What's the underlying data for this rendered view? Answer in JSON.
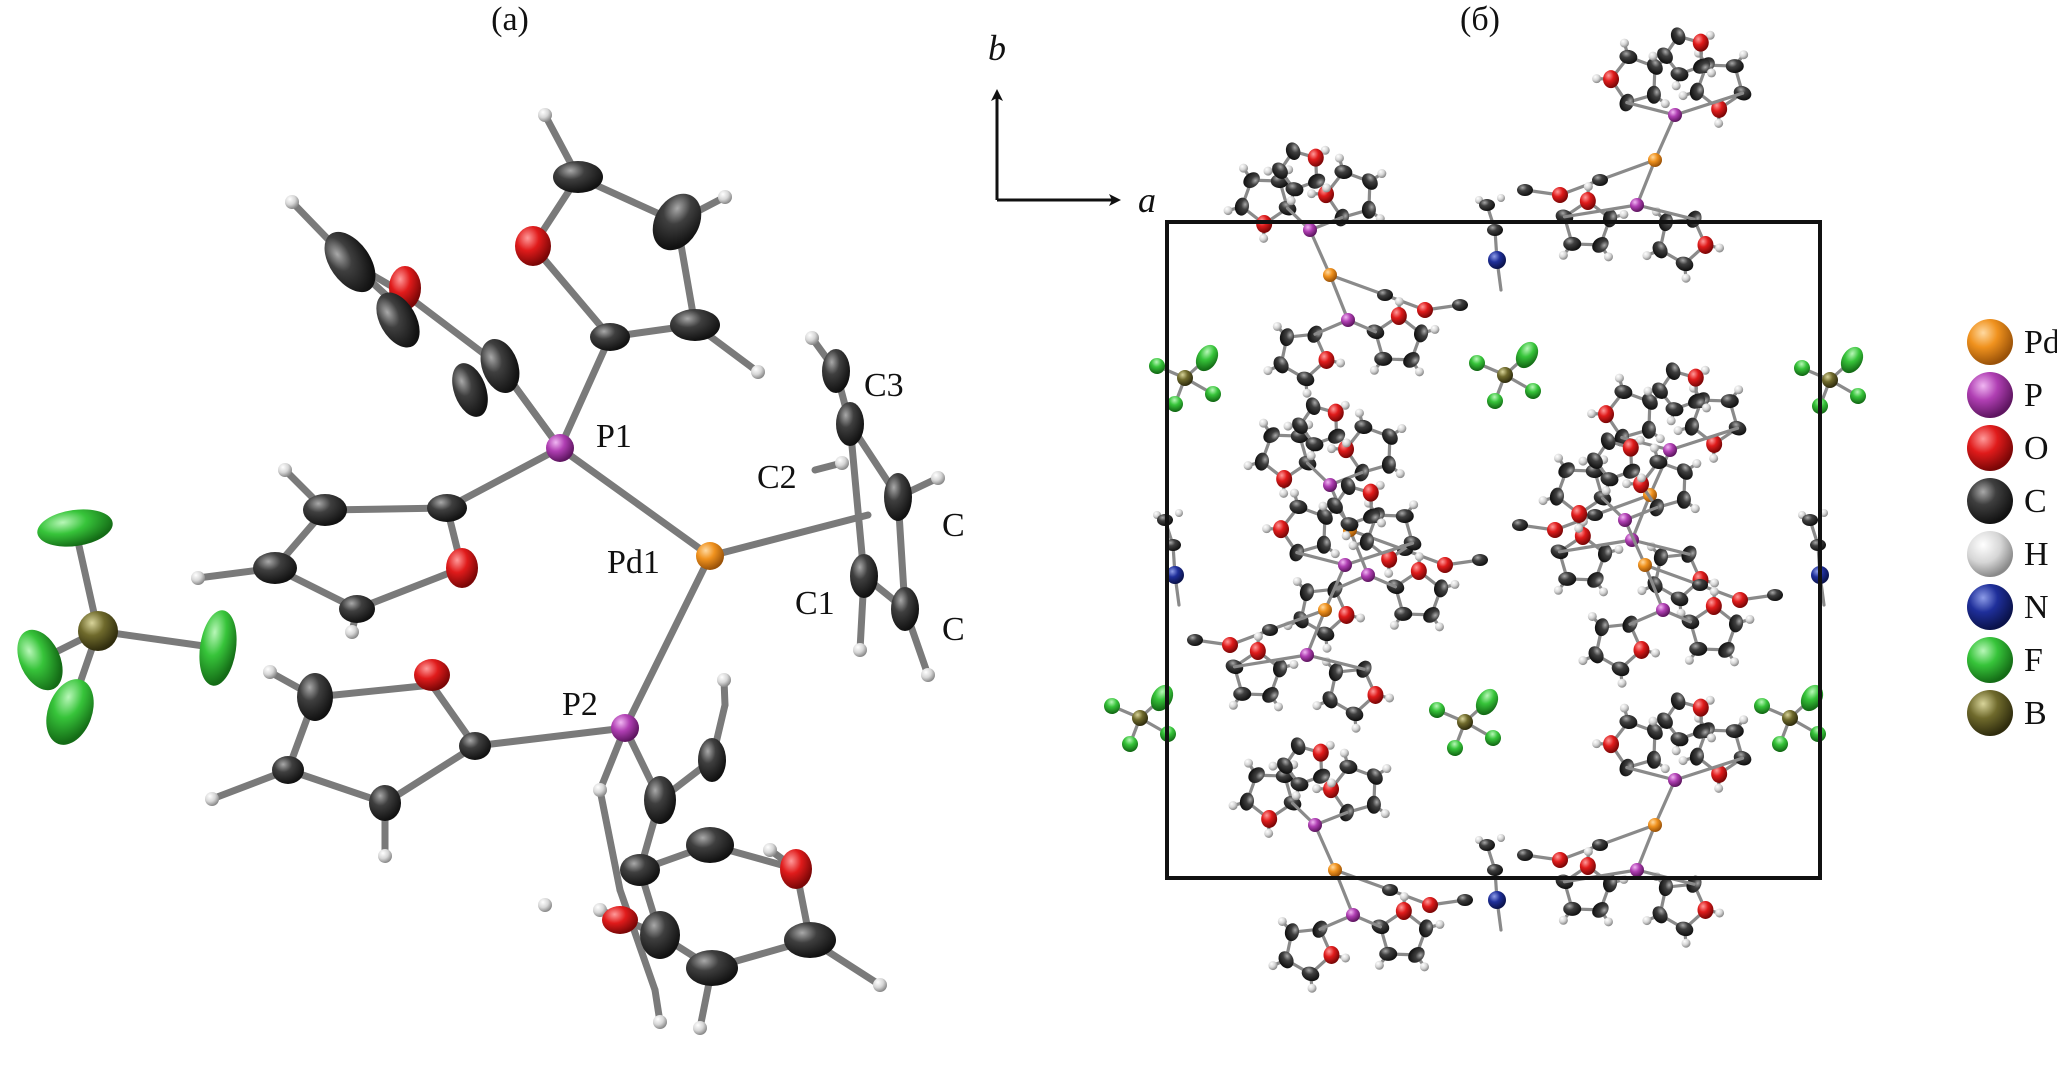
{
  "panels": {
    "a": {
      "label": "(а)"
    },
    "b": {
      "label": "(б)"
    }
  },
  "atom_labels": {
    "p1": "P1",
    "p2": "P2",
    "pd1": "Pd1",
    "c1": "C1",
    "c2": "C2",
    "c3": "C3",
    "c_upper": "C",
    "c_lower": "C"
  },
  "axes": {
    "b": "b",
    "a": "a"
  },
  "legend": [
    {
      "symbol": "Pd",
      "color": "#f0921e"
    },
    {
      "symbol": "P",
      "color": "#b03fb3"
    },
    {
      "symbol": "O",
      "color": "#e01b1b"
    },
    {
      "symbol": "C",
      "color": "#3a3a3a"
    },
    {
      "symbol": "H",
      "color": "#d6d6d6"
    },
    {
      "symbol": "N",
      "color": "#1f2f9a"
    },
    {
      "symbol": "F",
      "color": "#37c43a"
    },
    {
      "symbol": "B",
      "color": "#6f6a2c"
    }
  ],
  "colors": {
    "Pd": "#f0921e",
    "P": "#b03fb3",
    "O": "#e01b1b",
    "C": "#3a3a3a",
    "H": "#d6d6d6",
    "N": "#1f2f9a",
    "F": "#37c43a",
    "B": "#6f6a2c"
  }
}
